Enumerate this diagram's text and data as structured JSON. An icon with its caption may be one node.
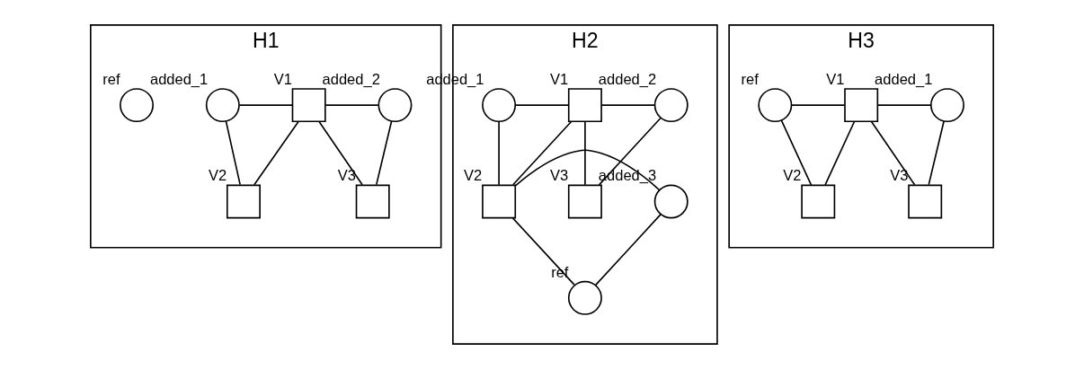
{
  "diagram": {
    "nodes": [
      {
        "text": [
          "H1"
        ]
      },
      {
        "text": [],
        "shape": "circle",
        "beside": [
          "added_1"
        ],
        "in": 0
      },
      {
        "text": [],
        "shape": "box",
        "beside": [
          "V1"
        ],
        "in": 0
      },
      {
        "text": [],
        "shape": "circle",
        "beside": [
          "added_2"
        ],
        "in": 0
      },
      {
        "text": [],
        "shape": "box",
        "beside": [
          "V2"
        ],
        "in": 0
      },
      {
        "text": [],
        "shape": "box",
        "beside": [
          "V3"
        ],
        "in": 0
      },
      {
        "text": [],
        "shape": "circle",
        "beside": [
          "ref"
        ],
        "in": 0
      },
      {
        "text": [
          "H2"
        ]
      },
      {
        "text": [],
        "shape": "circle",
        "beside": [
          "added_1"
        ],
        "in": 7
      },
      {
        "text": [],
        "shape": "box",
        "beside": [
          "V1"
        ],
        "in": 7
      },
      {
        "text": [],
        "shape": "circle",
        "beside": [
          "added_2"
        ],
        "in": 7
      },
      {
        "text": [],
        "shape": "box",
        "beside": [
          "V2"
        ],
        "in": 7
      },
      {
        "text": [],
        "shape": "circle",
        "beside": [
          "added_3"
        ],
        "in": 7
      },
      {
        "text": [],
        "shape": "box",
        "beside": [
          "V3"
        ],
        "in": 7
      },
      {
        "text": [],
        "shape": "circle",
        "beside": [
          "ref"
        ],
        "in": 7
      },
      {
        "text": [
          "H3"
        ]
      },
      {
        "text": [],
        "shape": "circle",
        "beside": [
          "ref"
        ],
        "in": 15
      },
      {
        "text": [],
        "shape": "box",
        "beside": [
          "V1"
        ],
        "in": 15
      },
      {
        "text": [],
        "shape": "circle",
        "beside": [
          "added_1"
        ],
        "in": 15
      },
      {
        "text": [],
        "shape": "box",
        "beside": [
          "V2"
        ],
        "in": 15
      },
      {
        "text": [],
        "shape": "box",
        "beside": [
          "V3"
        ],
        "in": 15
      }
    ],
    "edges": [
      {
        "from": 1,
        "to": 2,
        "arrow": "none"
      },
      {
        "from": 2,
        "to": 3,
        "arrow": "none"
      },
      {
        "from": 1,
        "to": 4,
        "arrow": "none"
      },
      {
        "from": 2,
        "to": 4,
        "arrow": "none"
      },
      {
        "from": 2,
        "to": 5,
        "arrow": "none"
      },
      {
        "from": 3,
        "to": 5,
        "arrow": "none"
      },
      {
        "from": 8,
        "to": 9,
        "arrow": "none"
      },
      {
        "from": 9,
        "to": 10,
        "arrow": "none"
      },
      {
        "from": 8,
        "to": 11,
        "arrow": "none"
      },
      {
        "from": 9,
        "to": 11,
        "arrow": "none"
      },
      {
        "from": 9,
        "to": 13,
        "arrow": "none"
      },
      {
        "from": 10,
        "to": 13,
        "arrow": "none"
      },
      {
        "from": 11,
        "to": 12,
        "arrow": "none"
      },
      {
        "from": 11,
        "to": 14,
        "arrow": "none"
      },
      {
        "from": 12,
        "to": 14,
        "arrow": "none"
      },
      {
        "from": 16,
        "to": 17,
        "arrow": "none"
      },
      {
        "from": 17,
        "to": 18,
        "arrow": "none"
      },
      {
        "from": 16,
        "to": 19,
        "arrow": "none"
      },
      {
        "from": 17,
        "to": 19,
        "arrow": "none"
      },
      {
        "from": 17,
        "to": 20,
        "arrow": "none"
      },
      {
        "from": 18,
        "to": 20,
        "arrow": "none"
      }
    ]
  }
}
